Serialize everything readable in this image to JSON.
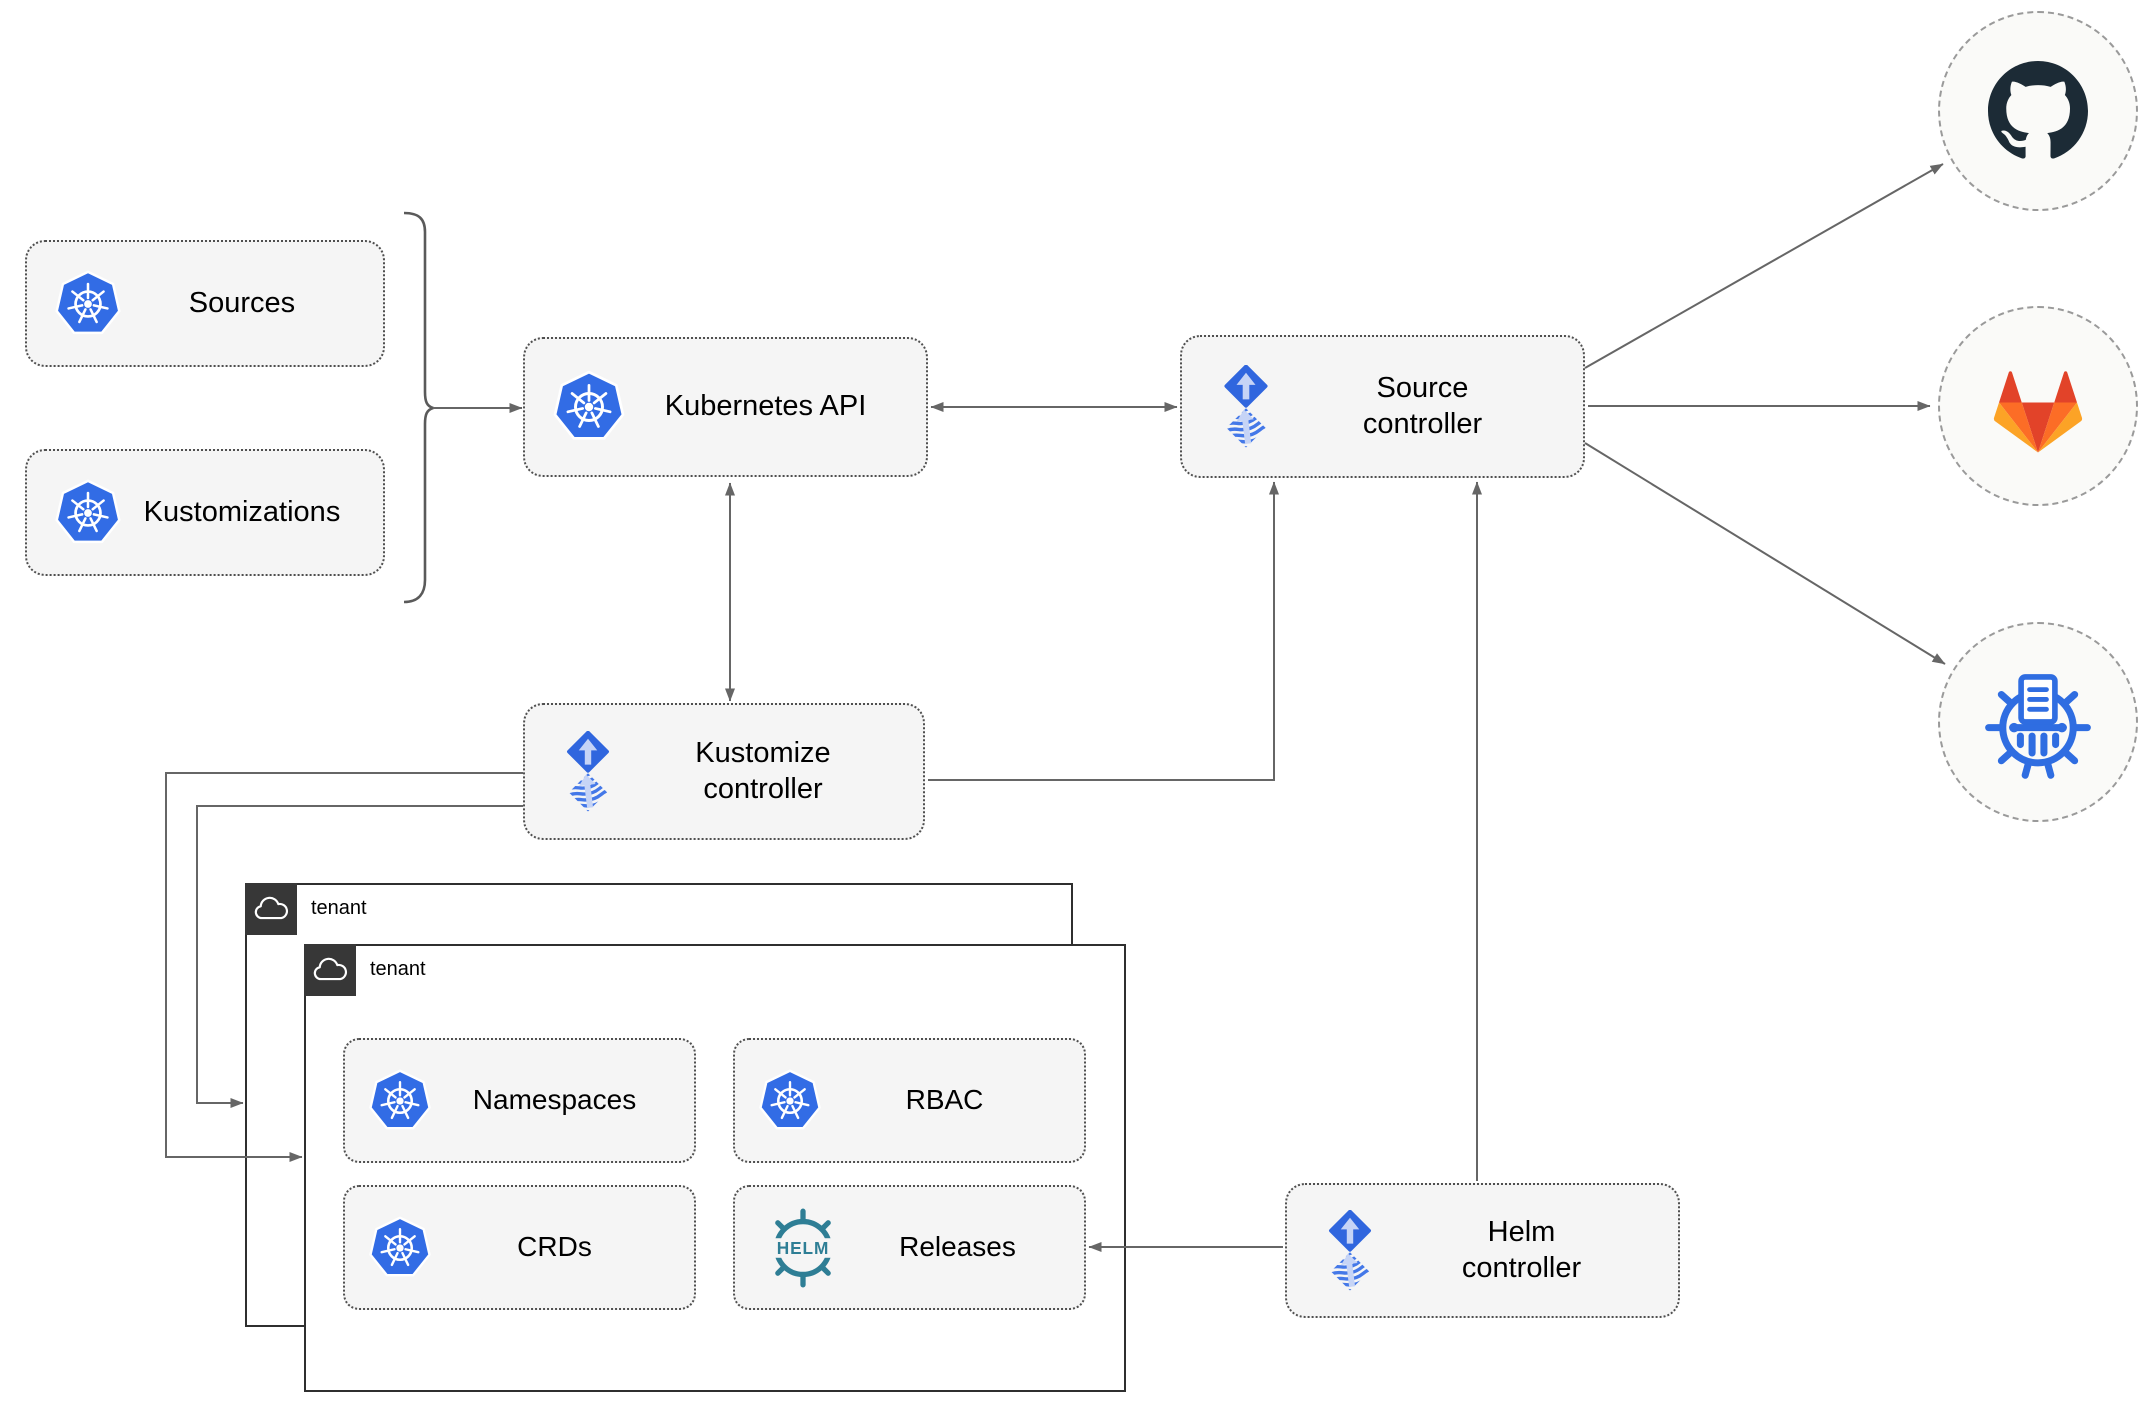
{
  "nodes": {
    "sources": {
      "label": "Sources",
      "icon": "kubernetes-icon"
    },
    "kustomizations": {
      "label": "Kustomizations",
      "icon": "kubernetes-icon"
    },
    "kubernetes_api": {
      "label": "Kubernetes API",
      "icon": "kubernetes-icon"
    },
    "source_controller": {
      "label": "Source controller",
      "icon": "flux-icon"
    },
    "kustomize_controller": {
      "label": "Kustomize controller",
      "icon": "flux-icon"
    },
    "helm_controller": {
      "label": "Helm controller",
      "icon": "flux-icon"
    }
  },
  "tenants": [
    {
      "label": "tenant",
      "icon": "cloud-icon"
    },
    {
      "label": "tenant",
      "icon": "cloud-icon"
    }
  ],
  "tenant_items": [
    {
      "label": "Namespaces",
      "icon": "kubernetes-icon"
    },
    {
      "label": "RBAC",
      "icon": "kubernetes-icon"
    },
    {
      "label": "CRDs",
      "icon": "kubernetes-icon"
    },
    {
      "label": "Releases",
      "icon": "helm-icon",
      "icon_text": "HELM"
    }
  ],
  "remotes": [
    {
      "name": "github",
      "icon": "github-icon"
    },
    {
      "name": "gitlab",
      "icon": "gitlab-icon"
    },
    {
      "name": "chartmuseum",
      "icon": "chartmuseum-icon"
    }
  ],
  "colors": {
    "kubernetes_blue": "#326CE5",
    "flux_blue": "#3066DE",
    "flux_light": "#C6D4F6",
    "flux_stripe": "#4478E8",
    "helm_teal": "#2E7E95",
    "github_dark": "#1C2B36",
    "gitlab_red": "#E24329",
    "gitlab_orange": "#FC6D26",
    "gitlab_yellow": "#FCA326",
    "chartmuseum_blue": "#2F6DE1",
    "box_fill": "#F5F5F5",
    "connector_gray": "#666666",
    "tenant_border": "#2F2F2F",
    "tenant_header": "#373737",
    "circle_fill": "#FAFAF8"
  }
}
